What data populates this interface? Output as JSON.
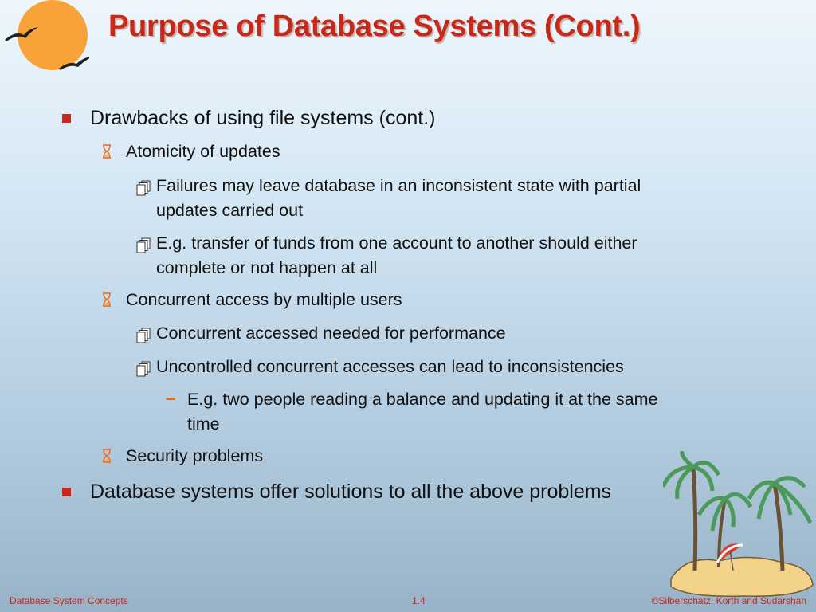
{
  "slide": {
    "title": "Purpose of Database Systems (Cont.)",
    "bullets": [
      {
        "level": 1,
        "text": "Drawbacks of using file systems (cont.)"
      },
      {
        "level": 2,
        "text": "Atomicity of updates"
      },
      {
        "level": 3,
        "lines": [
          "Failures may leave database in an inconsistent state with partial",
          "updates carried out"
        ]
      },
      {
        "level": 3,
        "lines": [
          "E.g. transfer of funds from one account to another should either",
          "complete or not happen at all"
        ]
      },
      {
        "level": 2,
        "text": "Concurrent access by multiple users"
      },
      {
        "level": 3,
        "lines": [
          "Concurrent accessed needed for performance"
        ]
      },
      {
        "level": 3,
        "lines": [
          "Uncontrolled concurrent accesses can lead to inconsistencies"
        ]
      },
      {
        "level": 4,
        "lines": [
          "E.g. two people reading a balance and updating it at the same",
          "time"
        ]
      },
      {
        "level": 2,
        "text": "Security problems"
      },
      {
        "level": 1,
        "text": "Database systems offer solutions to all the above problems"
      }
    ]
  },
  "footer": {
    "left": "Database System Concepts",
    "center": "1.4",
    "right": "©Silberschatz, Korth and Sudarshan"
  },
  "colors": {
    "title": "#c8281a",
    "bullet_square": "#c8281a",
    "footer_text": "#c8281a",
    "sun": "#f8a33a"
  },
  "icons": {
    "level1_bullet": "square-bullet-icon",
    "level2_bullet": "hourglass-bullet-icon",
    "level3_bullet": "document-stack-icon",
    "level4_bullet": "dash-bullet"
  }
}
